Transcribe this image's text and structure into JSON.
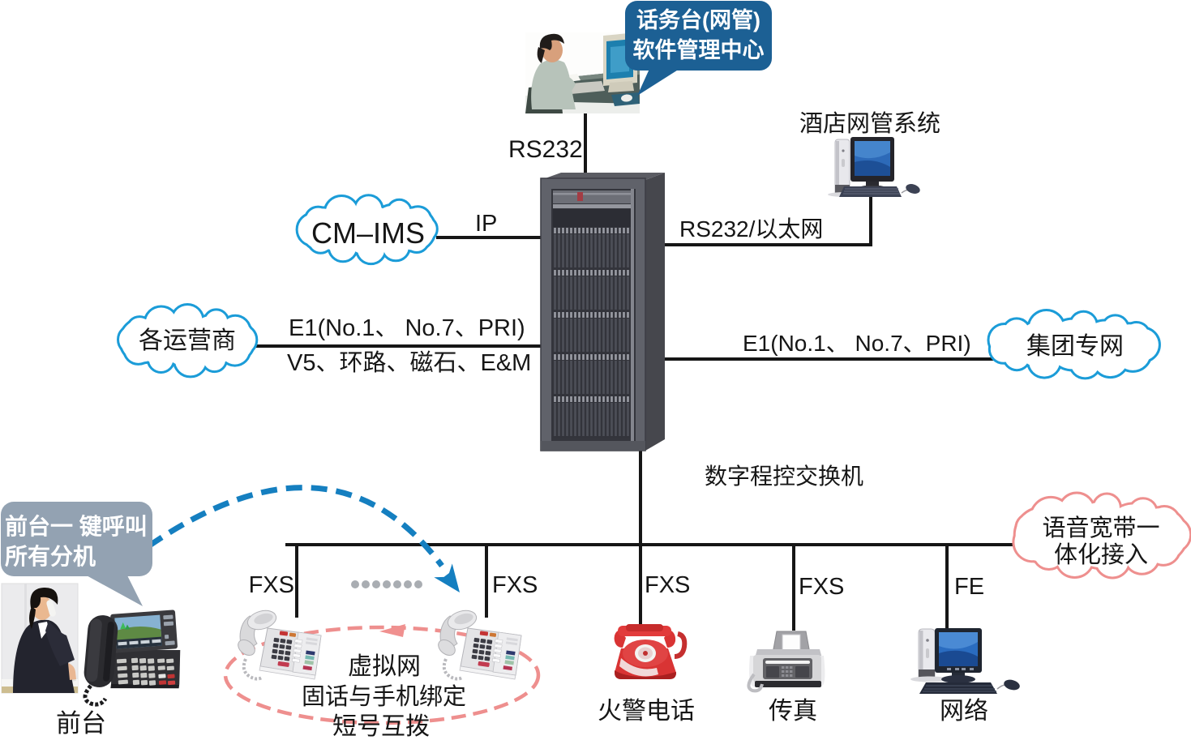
{
  "diagram": {
    "console_callout": {
      "line1": "话务台(网管)",
      "line2": "软件管理中心"
    },
    "hotel_nms_label": "酒店网管系统",
    "links": {
      "rs232": "RS232",
      "ip": "IP",
      "rs232_ethernet": "RS232/以太网",
      "e1_left_top": "E1(No.1、 No.7、PRI)",
      "e1_left_bottom": "V5、环路、磁石、E&M",
      "e1_right": "E1(No.1、 No.7、PRI)"
    },
    "clouds": {
      "cm_ims": "CM–IMS",
      "operators": "各运营商",
      "group_network": "集团专网",
      "voice_broadband": {
        "line1": "语音宽带一",
        "line2": "体化接入"
      }
    },
    "switch_label": "数字程控交换机",
    "front_desk_callout": {
      "line1": "前台一 键呼叫",
      "line2": "所有分机"
    },
    "front_desk_label": "前台",
    "ports": {
      "fxs1": "FXS",
      "fxs2": "FXS",
      "fxs3": "FXS",
      "fxs4": "FXS",
      "fe": "FE"
    },
    "virtual_net": {
      "title": "虚拟网",
      "line1": "固话与手机绑定",
      "line2": "短号互拨"
    },
    "device_labels": {
      "fire_phone": "火警电话",
      "fax": "传真",
      "network": "网络"
    }
  },
  "colors": {
    "callout_blue": "#1c6094",
    "callout_gray": "#93a2b2",
    "cloud_blue": "#1b9cd8",
    "cloud_pink": "#ee8f8e",
    "dashed_arrow_blue": "#157fc0",
    "dashed_ellipse_pink": "#ee8f8e",
    "line_black": "#161616",
    "fire_phone_red": "#d93434"
  }
}
